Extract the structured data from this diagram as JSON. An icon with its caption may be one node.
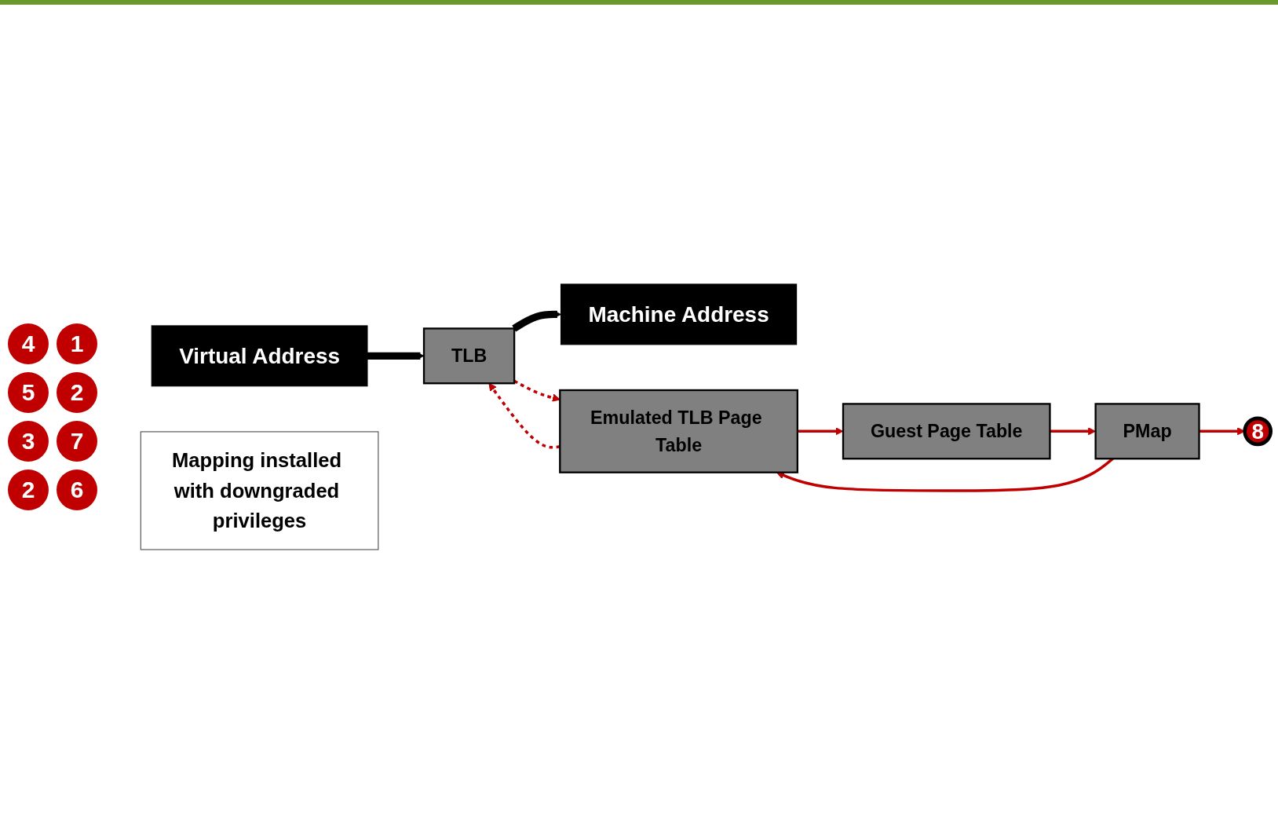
{
  "diagram": {
    "nodes": [
      {
        "text": [
          "Virtual Address"
        ]
      },
      {
        "text": [
          "TLB"
        ]
      },
      {
        "text": [
          "Machine Address"
        ]
      },
      {
        "text": [
          "Emulated TLB Page Table"
        ]
      },
      {
        "text": [
          "Guest Page Table"
        ]
      },
      {
        "text": [
          "PMap"
        ]
      },
      {
        "text": [
          "Mapping installed with downgraded privileges"
        ]
      },
      {
        "text": [
          "8"
        ]
      }
    ],
    "edges": [
      {
        "from": 0,
        "to": 1,
        "arrow": "to",
        "color": "#000000",
        "style": "thick"
      },
      {
        "from": 1,
        "to": 2,
        "arrow": "to",
        "color": "#000000",
        "style": "thick"
      },
      {
        "from": 1,
        "to": 3,
        "arrow": "to",
        "style": "dashed"
      },
      {
        "from": 3,
        "to": 1,
        "arrow": "to",
        "style": "dashed"
      },
      {
        "from": 3,
        "to": 4,
        "arrow": "to"
      },
      {
        "from": 4,
        "to": 5,
        "arrow": "to"
      },
      {
        "from": 5,
        "to": 3,
        "arrow": "to"
      },
      {
        "from": 5,
        "to": 7,
        "arrow": "to"
      }
    ],
    "labels": [
      "4",
      "1",
      "5",
      "2",
      "3",
      "7",
      "2",
      "6"
    ]
  }
}
